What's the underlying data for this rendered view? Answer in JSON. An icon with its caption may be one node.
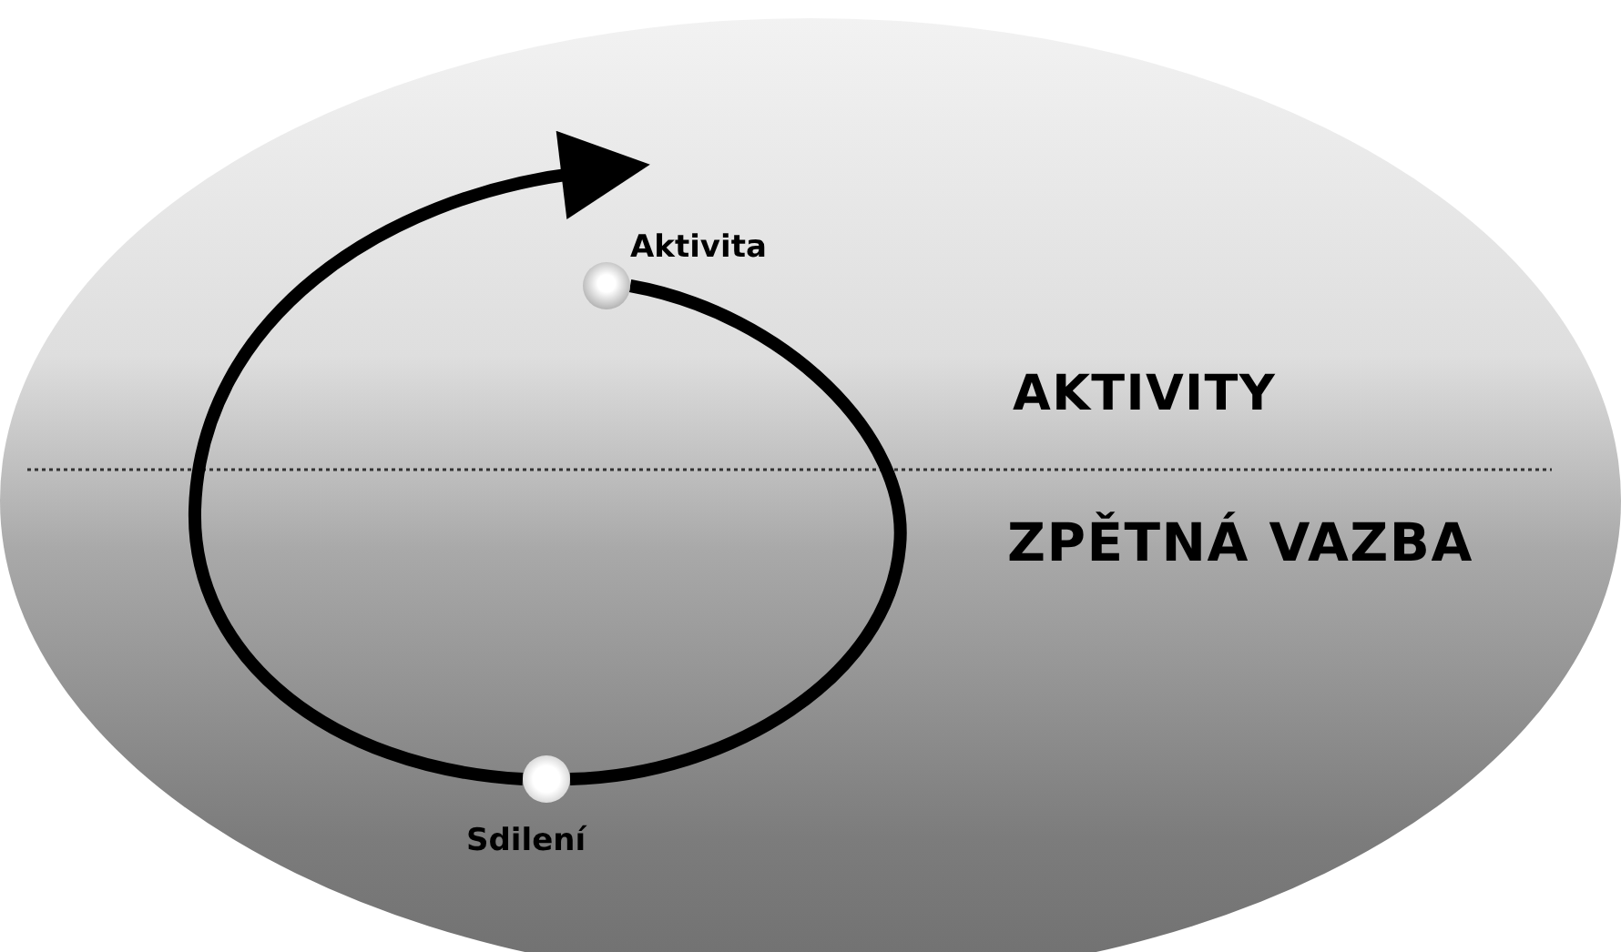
{
  "diagram": {
    "nodes": [
      {
        "text": [],
        "shape": "circle",
        "beside": [
          "Aktivita"
        ]
      },
      {
        "text": [],
        "shape": "circle",
        "beside": [
          "Sdilení"
        ]
      }
    ],
    "edges": [
      {
        "from": 0,
        "to": 1,
        "arrow": "none"
      },
      {
        "from": 1,
        "to": null,
        "arrow": "to"
      }
    ],
    "labels": [
      "AKTIVITY",
      "ZPĚTNÁ VAZBA"
    ]
  }
}
